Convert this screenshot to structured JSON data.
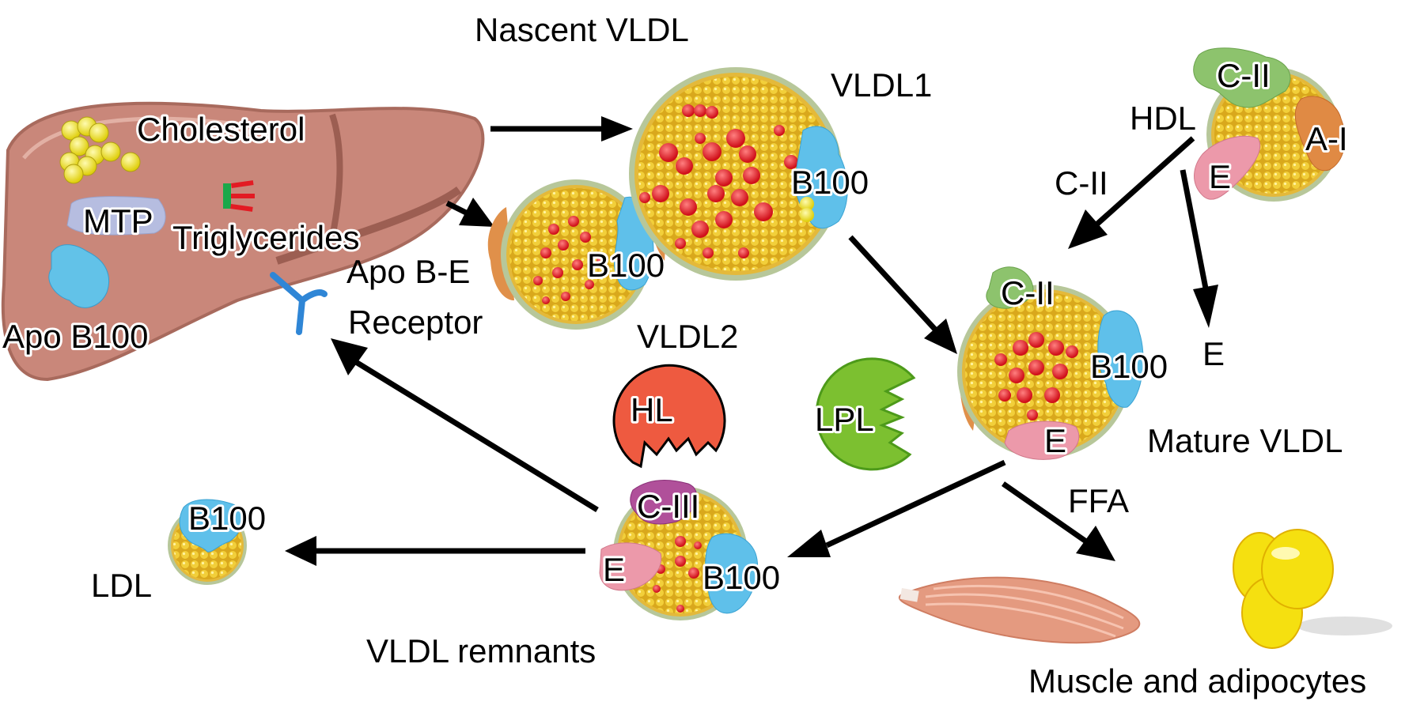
{
  "diagram": {
    "title": "VLDL metabolism pathway",
    "labels": {
      "nascent_vldl": "Nascent VLDL",
      "vldl1": "VLDL1",
      "vldl2": "VLDL2",
      "hdl": "HDL",
      "c2_transfer": "C-II",
      "e_transfer": "E",
      "mature_vldl": "Mature VLDL",
      "ffa": "FFA",
      "muscle_adipocytes": "Muscle and adipocytes",
      "vldl_remnants": "VLDL remnants",
      "ldl": "LDL",
      "apo_be_receptor_line1": "Apo B-E",
      "apo_be_receptor_line2": "Receptor"
    },
    "liver": {
      "cholesterol": "Cholesterol",
      "mtp": "MTP",
      "triglycerides": "Triglycerides",
      "apo_b100": "Apo B100"
    },
    "particles": {
      "vldl1": {
        "apolipoproteins": [
          "B100"
        ]
      },
      "vldl2": {
        "apolipoproteins": [
          "B100"
        ]
      },
      "hdl": {
        "apolipoproteins": [
          "C-II",
          "A-I",
          "E"
        ]
      },
      "mature_vldl": {
        "apolipoproteins": [
          "C-II",
          "B100",
          "E"
        ]
      },
      "vldl_remnant": {
        "apolipoproteins": [
          "C-III",
          "E",
          "B100"
        ]
      },
      "ldl": {
        "apolipoproteins": [
          "B100"
        ]
      }
    },
    "enzymes": {
      "hl": "HL",
      "lpl": "LPL"
    },
    "colors": {
      "liver": "#c8897a",
      "core_yellow": "#e5c02a",
      "triglyceride_red": "#e3202a",
      "b100_blue": "#5cc0e8",
      "c2_green": "#8cc06a",
      "e_pink": "#ec9aaa",
      "a1_orange": "#e08a44",
      "c3_purple": "#b0509a",
      "hl_red": "#ee5a40",
      "lpl_green": "#7cc030",
      "muscle": "#e49a80",
      "adipocyte": "#f5e010"
    }
  }
}
